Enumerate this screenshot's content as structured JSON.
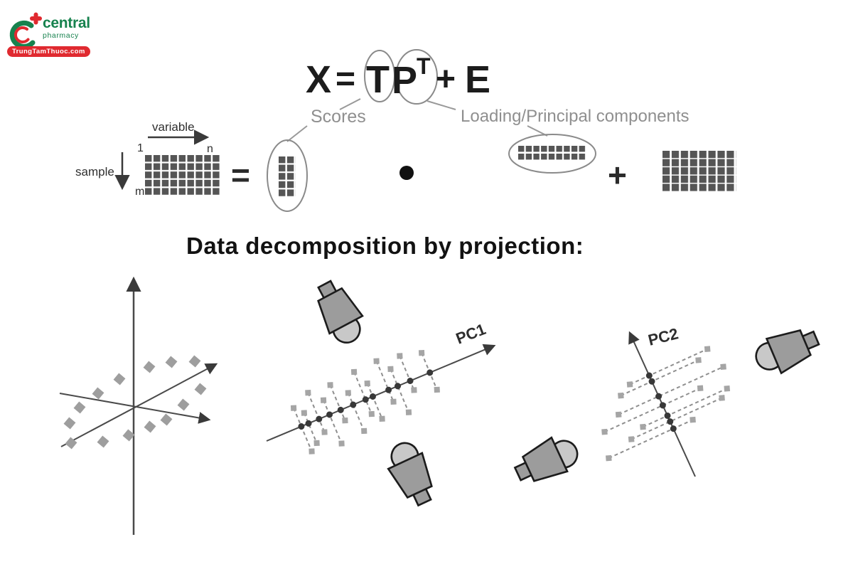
{
  "brand": {
    "word1": "central",
    "word2": "pharmacy",
    "badge": "TrungTamThuoc.com"
  },
  "equation": {
    "lhs": "X",
    "eq": "=",
    "term_t": "T",
    "term_p": "P",
    "p_superscript": "T",
    "plus": "+",
    "residual": "E",
    "scores_label": "Scores",
    "loading_label": "Loading/Principal components"
  },
  "matrix_row": {
    "variable_label": "variable",
    "sample_label": "sample",
    "first_col": "1",
    "last_col": "n",
    "last_row": "m",
    "equals": "=",
    "plus": "+",
    "x_matrix": {
      "cols": 9,
      "rows": 5
    },
    "scores_matrix": {
      "cols": 2,
      "rows": 5
    },
    "loading_matrix": {
      "cols": 9,
      "rows": 2
    },
    "error_matrix": {
      "cols": 8,
      "rows": 5
    }
  },
  "heading": "Data decomposition by projection:",
  "figures": {
    "scatter": {
      "points": [
        [
          98,
          595
        ],
        [
          112,
          573
        ],
        [
          138,
          553
        ],
        [
          168,
          533
        ],
        [
          210,
          516
        ],
        [
          241,
          509
        ],
        [
          274,
          508
        ],
        [
          282,
          547
        ],
        [
          258,
          569
        ],
        [
          234,
          590
        ],
        [
          211,
          600
        ],
        [
          181,
          612
        ],
        [
          145,
          621
        ],
        [
          100,
          623
        ]
      ]
    },
    "pc1": {
      "label": "PC1",
      "dots": [
        [
          53,
          0
        ],
        [
          64,
          0
        ],
        [
          80,
          0
        ],
        [
          96,
          0
        ],
        [
          113,
          0
        ],
        [
          132,
          0
        ],
        [
          151,
          0
        ],
        [
          162,
          0
        ],
        [
          186,
          0
        ],
        [
          200,
          0
        ],
        [
          219,
          0
        ],
        [
          249,
          0
        ]
      ],
      "segments": [
        [
          53,
          -28,
          53,
          38
        ],
        [
          64,
          -16,
          64,
          30
        ],
        [
          80,
          -40,
          80,
          20
        ],
        [
          96,
          -22,
          96,
          44
        ],
        [
          113,
          -38,
          113,
          16
        ],
        [
          132,
          -18,
          132,
          40
        ],
        [
          151,
          -42,
          151,
          22
        ],
        [
          162,
          -20,
          162,
          34
        ],
        [
          186,
          -44,
          186,
          18
        ],
        [
          200,
          -26,
          200,
          40
        ],
        [
          219,
          -38,
          219,
          14
        ],
        [
          249,
          -30,
          249,
          26
        ]
      ],
      "squares": [
        [
          53,
          -28
        ],
        [
          53,
          38
        ],
        [
          64,
          -16
        ],
        [
          64,
          30
        ],
        [
          80,
          -40
        ],
        [
          80,
          20
        ],
        [
          96,
          -22
        ],
        [
          96,
          44
        ],
        [
          113,
          -38
        ],
        [
          113,
          16
        ],
        [
          132,
          -18
        ],
        [
          132,
          40
        ],
        [
          151,
          -42
        ],
        [
          151,
          22
        ],
        [
          162,
          -20
        ],
        [
          162,
          34
        ],
        [
          186,
          -44
        ],
        [
          186,
          18
        ],
        [
          200,
          -26
        ],
        [
          200,
          40
        ],
        [
          219,
          -38
        ],
        [
          219,
          14
        ],
        [
          249,
          -30
        ],
        [
          249,
          26
        ]
      ]
    },
    "pc2": {
      "label": "PC2",
      "dots": [
        [
          74,
          0
        ],
        [
          85,
          0
        ],
        [
          94,
          0
        ],
        [
          110,
          0
        ],
        [
          124,
          0
        ],
        [
          147,
          0
        ],
        [
          156,
          0
        ]
      ],
      "segments": [
        [
          74,
          -100,
          74,
          30
        ],
        [
          85,
          -60,
          85,
          80
        ],
        [
          94,
          -38,
          94,
          92
        ],
        [
          110,
          -90,
          110,
          58
        ],
        [
          124,
          -62,
          124,
          100
        ],
        [
          147,
          -48,
          147,
          72
        ],
        [
          156,
          -30,
          156,
          90
        ]
      ],
      "squares": [
        [
          74,
          -100
        ],
        [
          74,
          30
        ],
        [
          85,
          -60
        ],
        [
          85,
          80
        ],
        [
          94,
          -38
        ],
        [
          94,
          92
        ],
        [
          110,
          -90
        ],
        [
          110,
          58
        ],
        [
          124,
          -62
        ],
        [
          124,
          100
        ],
        [
          147,
          -48
        ],
        [
          147,
          72
        ],
        [
          156,
          -30
        ],
        [
          156,
          90
        ]
      ]
    }
  },
  "colors": {
    "brand_green": "#17824e",
    "brand_red": "#e02a30",
    "matrix_square": "#555555",
    "scatter_square": "#9e9e9e",
    "axis": "#4a4a4a",
    "label_gray": "#8f8f8f",
    "text_dark": "#161616"
  }
}
